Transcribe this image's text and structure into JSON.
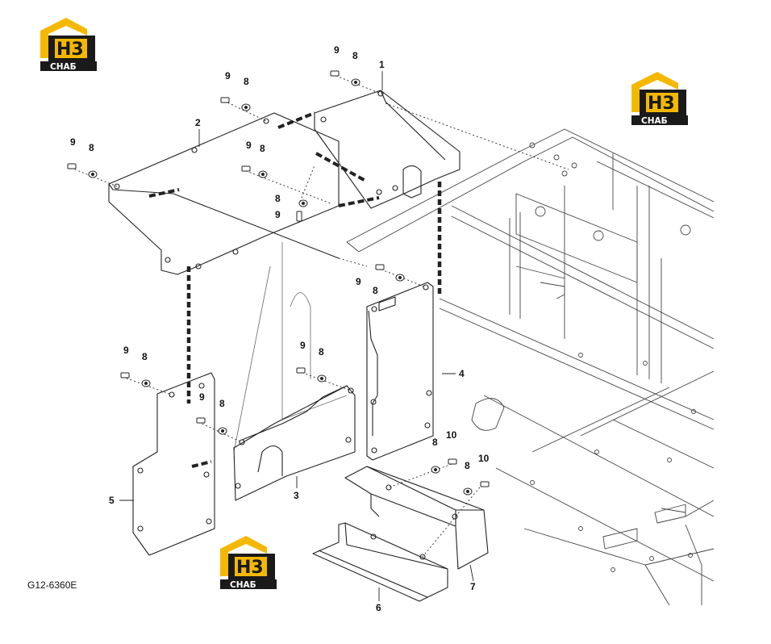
{
  "figure_id": "G12-6360E",
  "logo": {
    "mark": "H3",
    "word": "СНАБ",
    "color_yellow": "#f5b800",
    "color_black": "#1a1a1a"
  },
  "callouts": {
    "p1": "1",
    "p2": "2",
    "p3": "3",
    "p4": "4",
    "p5": "5",
    "p6": "6",
    "p7": "7",
    "b9a": "9",
    "w8a": "8",
    "b9b": "9",
    "w8b": "8",
    "b9c": "9",
    "w8c": "8",
    "b9d": "9",
    "w8d": "8",
    "w8e": "8",
    "b9e": "9",
    "b9f": "9",
    "w8f": "8",
    "b9g": "9",
    "w8g": "8",
    "b9h": "9",
    "w8h": "8",
    "b9i": "9",
    "w8i": "8",
    "w8j": "8",
    "b10a": "10",
    "w8k": "8",
    "b10b": "10"
  }
}
